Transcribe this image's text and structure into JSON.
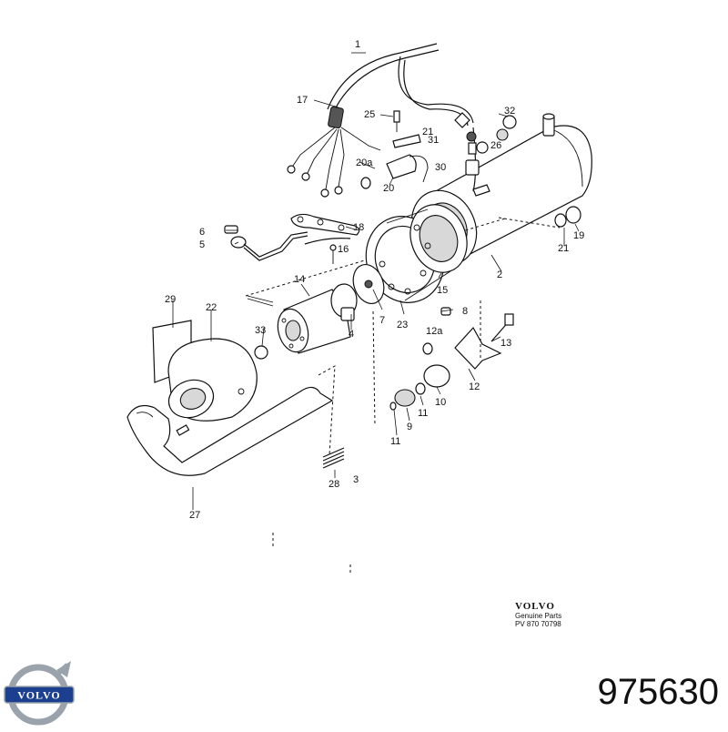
{
  "diagram": {
    "callouts": [
      {
        "id": "c1",
        "text": "1"
      },
      {
        "id": "c2",
        "text": "2"
      },
      {
        "id": "c3",
        "text": "3"
      },
      {
        "id": "c4",
        "text": "4"
      },
      {
        "id": "c5",
        "text": "5"
      },
      {
        "id": "c6",
        "text": "6"
      },
      {
        "id": "c7",
        "text": "7"
      },
      {
        "id": "c8",
        "text": "8"
      },
      {
        "id": "c9",
        "text": "9"
      },
      {
        "id": "c10",
        "text": "10"
      },
      {
        "id": "c11a",
        "text": "11"
      },
      {
        "id": "c11b",
        "text": "11"
      },
      {
        "id": "c12",
        "text": "12"
      },
      {
        "id": "c12a",
        "text": "12a"
      },
      {
        "id": "c13",
        "text": "13"
      },
      {
        "id": "c14",
        "text": "14"
      },
      {
        "id": "c15",
        "text": "15"
      },
      {
        "id": "c16",
        "text": "16"
      },
      {
        "id": "c17",
        "text": "17"
      },
      {
        "id": "c18",
        "text": "18"
      },
      {
        "id": "c19",
        "text": "19"
      },
      {
        "id": "c20",
        "text": "20"
      },
      {
        "id": "c20a",
        "text": "20a"
      },
      {
        "id": "c21a",
        "text": "21"
      },
      {
        "id": "c21b",
        "text": "21"
      },
      {
        "id": "c22",
        "text": "22"
      },
      {
        "id": "c23",
        "text": "23"
      },
      {
        "id": "c25",
        "text": "25"
      },
      {
        "id": "c26",
        "text": "26"
      },
      {
        "id": "c27",
        "text": "27"
      },
      {
        "id": "c28",
        "text": "28"
      },
      {
        "id": "c29",
        "text": "29"
      },
      {
        "id": "c30",
        "text": "30"
      },
      {
        "id": "c31",
        "text": "31"
      },
      {
        "id": "c32",
        "text": "32"
      },
      {
        "id": "c33",
        "text": "33"
      }
    ]
  },
  "stamp": {
    "brand": "VOLVO",
    "subtitle": "Genuine Parts",
    "code": "PV 870 70798"
  },
  "logo": {
    "text": "VOLVO",
    "icon": "volvo-iron-mark-icon"
  },
  "part_number": "975630",
  "colors": {
    "ink": "#111111",
    "logo_blue": "#1d3f8f",
    "logo_silver": "#9aa3ab"
  }
}
